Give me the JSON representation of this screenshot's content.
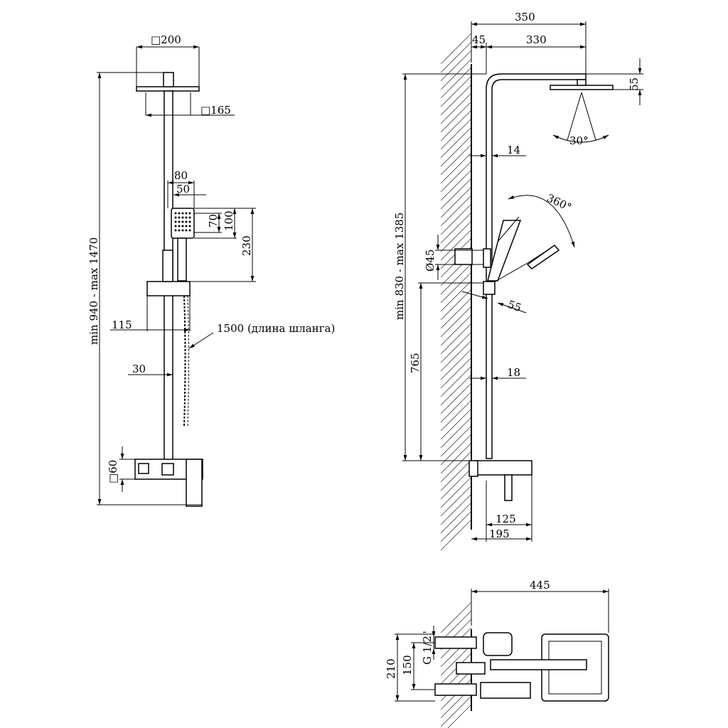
{
  "front": {
    "head_size": "□200",
    "head_inner": "□165",
    "hand_width": "80",
    "hand_inner_width": "50",
    "hand_inner_height": "70",
    "hand_height": "100",
    "hand_to_holder": "230",
    "total_height": "min 940 - max 1470",
    "holder_offset": "115",
    "hose_length": "1500 (длина шланга)",
    "bar_offset": "30",
    "mixer_size": "□60"
  },
  "side": {
    "total_reach": "350",
    "wall_gap": "45",
    "arm_length": "330",
    "head_height": "55",
    "spray_angle": "30°",
    "upper_pipe": "14",
    "rotation": "360°",
    "holder_diameter": "Ø45",
    "holder_depth": "55",
    "height_range": "min 830 - max 1385",
    "mixer_height": "765",
    "lower_pipe": "18",
    "mixer_depth": "125",
    "mixer_total_depth": "195"
  },
  "top": {
    "total_width": "445",
    "thread": "G 1/2\"",
    "outer_height": "210",
    "inlet_spacing": "150"
  }
}
